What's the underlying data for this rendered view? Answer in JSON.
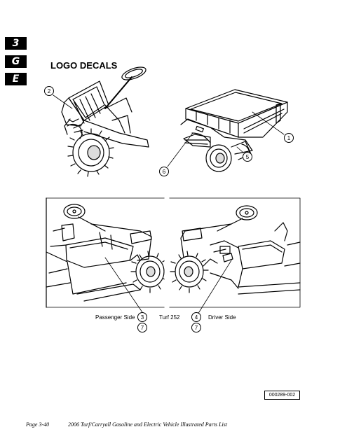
{
  "section_tabs": [
    "3",
    "G",
    "E"
  ],
  "heading": "LOGO DECALS",
  "figures": {
    "top_left": {
      "callouts": [
        "2"
      ]
    },
    "top_right": {
      "callouts": [
        "1",
        "5",
        "6"
      ]
    },
    "bottom": {
      "passenger_label": "Passenger Side",
      "center_label": "Turf 252",
      "driver_label": "Driver Side",
      "callouts_left": [
        "3",
        "7"
      ],
      "callouts_right": [
        "4",
        "7"
      ]
    }
  },
  "figure_code": "000289-002",
  "footer": {
    "page": "Page 3-40",
    "title": "2006 Turf/Carryall Gasoline and Electric Vehicle Illustrated Parts List"
  }
}
